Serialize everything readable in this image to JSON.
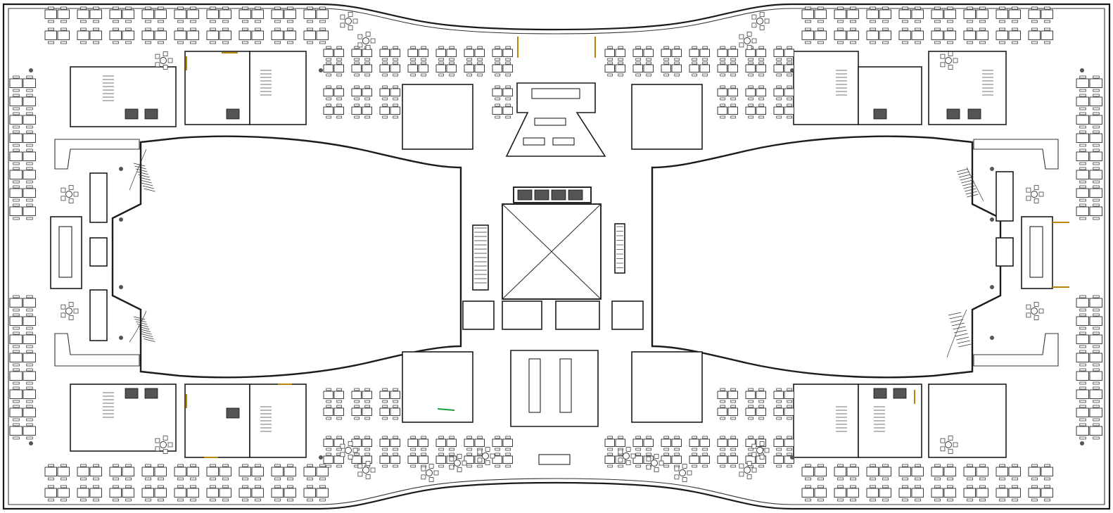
{
  "drawing": {
    "kind": "architectural-floor-plan",
    "orientation": "landscape",
    "colors": {
      "background": "#ffffff",
      "linework": "#1a1a1a",
      "door_accent": "#b8860b",
      "highlight_accent": "#1f9d3a"
    },
    "zones": [
      {
        "id": "atrium-west"
      },
      {
        "id": "atrium-east"
      },
      {
        "id": "central-core"
      },
      {
        "id": "core-nw"
      },
      {
        "id": "core-ne"
      },
      {
        "id": "core-sw"
      },
      {
        "id": "core-se"
      }
    ]
  }
}
